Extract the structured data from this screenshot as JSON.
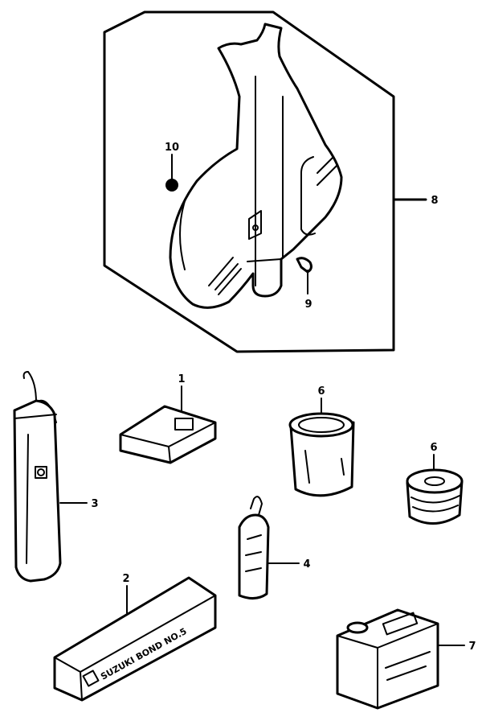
{
  "diagram": {
    "callouts": {
      "c1": "1",
      "c2": "2",
      "c3": "3",
      "c4": "4",
      "c6a": "6",
      "c6b": "6",
      "c7": "7",
      "c8": "8",
      "c9": "9",
      "c10": "10"
    },
    "bond_package_text": "SUZUKI BOND NO.5"
  }
}
